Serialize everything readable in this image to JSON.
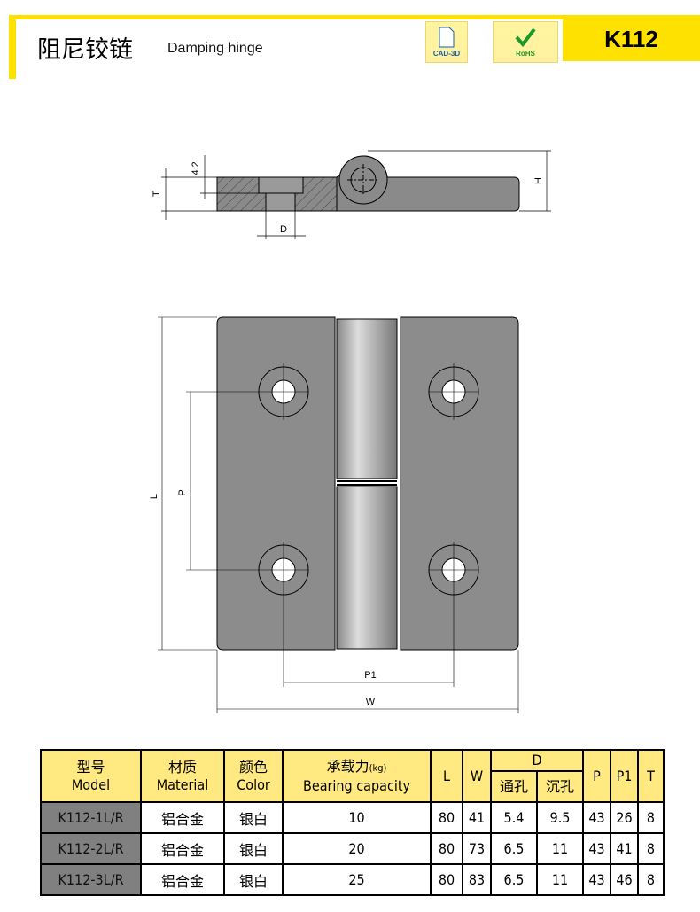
{
  "header": {
    "title_cn": "阻尼铰链",
    "title_en": "Damping hinge",
    "code": "K112",
    "badges": [
      {
        "label": "CAD-3D",
        "icon": "document-icon",
        "color": "#1a5fa8"
      },
      {
        "label": "RoHS",
        "icon": "checkmark-icon",
        "color": "#1b9a2a"
      }
    ]
  },
  "drawing": {
    "side": {
      "dim_42": "4.2",
      "dim_t": "T",
      "dim_h": "H",
      "dim_d": "D"
    },
    "front": {
      "dim_l": "L",
      "dim_p": "P",
      "dim_p1": "P1",
      "dim_w": "W"
    }
  },
  "table": {
    "headers": {
      "model_cn": "型号",
      "model_en": "Model",
      "material_cn": "材质",
      "material_en": "Material",
      "color_cn": "颜色",
      "color_en": "Color",
      "bearing_cn": "承载力",
      "bearing_unit": "(kg)",
      "bearing_en": "Bearing capacity",
      "l": "L",
      "w": "W",
      "d": "D",
      "d_through": "通孔",
      "d_counter": "沉孔",
      "p": "P",
      "p1": "P1",
      "t": "T"
    },
    "rows": [
      {
        "model": "K112-1L/R",
        "material": "铝合金",
        "color": "银白",
        "capacity": "10",
        "l": "80",
        "w": "41",
        "d1": "5.4",
        "d2": "9.5",
        "p": "43",
        "p1": "26",
        "t": "8"
      },
      {
        "model": "K112-2L/R",
        "material": "铝合金",
        "color": "银白",
        "capacity": "20",
        "l": "80",
        "w": "73",
        "d1": "6.5",
        "d2": "11",
        "p": "43",
        "p1": "41",
        "t": "8"
      },
      {
        "model": "K112-3L/R",
        "material": "铝合金",
        "color": "银白",
        "capacity": "25",
        "l": "80",
        "w": "83",
        "d1": "6.5",
        "d2": "11",
        "p": "43",
        "p1": "46",
        "t": "8"
      }
    ]
  }
}
